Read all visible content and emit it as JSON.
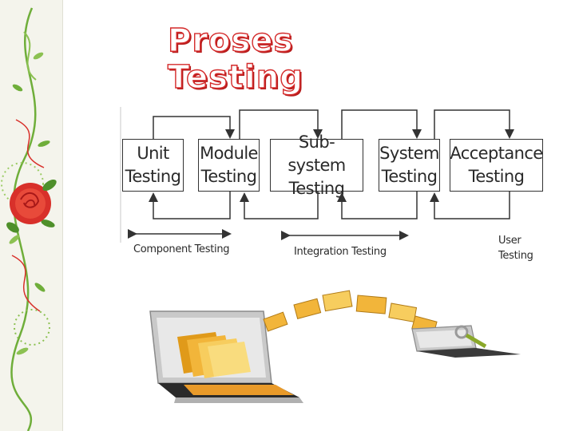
{
  "slide": {
    "title": "Proses Testing"
  },
  "diagram": {
    "stages": [
      {
        "label": "Unit\nTesting"
      },
      {
        "label": "Module\nTesting"
      },
      {
        "label": "Sub-system\nTesting"
      },
      {
        "label": "System\nTesting"
      },
      {
        "label": "Acceptance\nTesting"
      }
    ],
    "captions": {
      "component": "Component Testing",
      "integration": "Integration Testing",
      "user": "User\nTesting"
    }
  },
  "colors": {
    "title_red": "#d42a2a",
    "folder_yellow": "#f2b53a",
    "rose_red": "#d8302a",
    "vine_green": "#6fae3a",
    "laptop_silver": "#c9c9c9"
  },
  "illustration": {
    "left_laptop_icon": "laptop-icon",
    "right_laptop_icon": "laptop-icon",
    "file_icon": "folder-icon",
    "key_icon": "key-icon"
  }
}
